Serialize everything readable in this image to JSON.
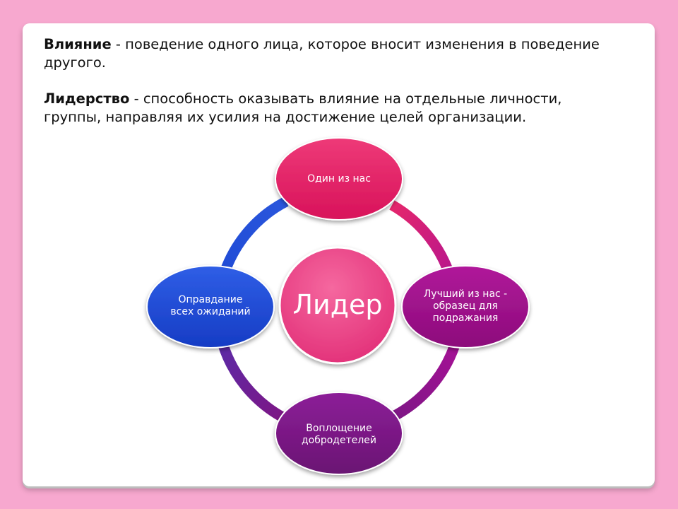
{
  "definitions": {
    "influence_term": "Влияние",
    "influence_text": " - поведение одного лица, которое вносит изменения в поведение другого.",
    "leadership_term": "Лидерство",
    "leadership_text": " - способность оказывать влияние на отдельные личности, группы, направляя их усилия на достижение целей организации."
  },
  "diagram": {
    "center": "Лидер",
    "top": "Один из нас",
    "right": "Лучший из нас - образец для подражания",
    "bottom": "Воплощение добродетелей",
    "left": "Оправдание всех ожиданий"
  },
  "colors": {
    "background": "#f7a8cf",
    "top_node": "#e0195f",
    "right_node": "#9b0f86",
    "bottom_node": "#7b1784",
    "left_node": "#1f4bd6",
    "center_node": "#ea3f86"
  }
}
